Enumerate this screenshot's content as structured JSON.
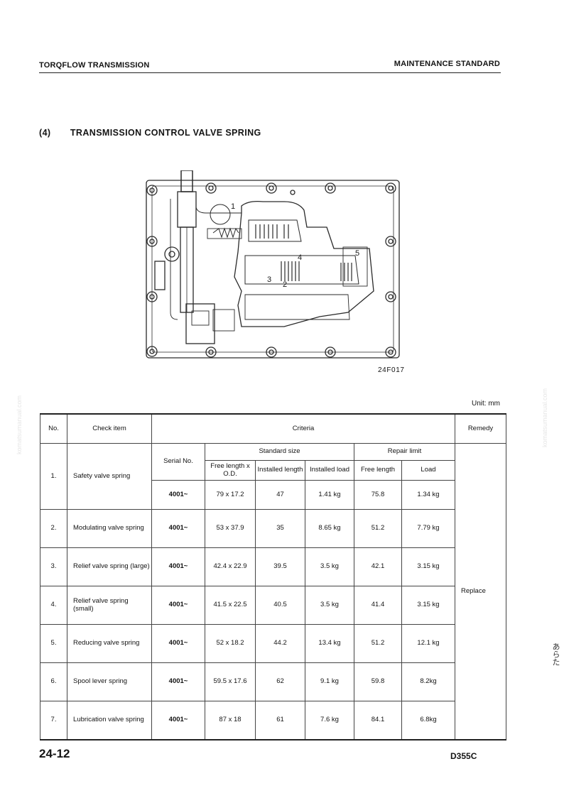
{
  "header": {
    "left": "TORQFLOW TRANSMISSION",
    "right": "MAINTENANCE STANDARD"
  },
  "section": {
    "number": "(4)",
    "title": "TRANSMISSION CONTROL VALVE SPRING"
  },
  "figure": {
    "code": "24F017",
    "callouts": [
      "1",
      "2",
      "3",
      "4",
      "5"
    ]
  },
  "unit": "Unit: mm",
  "table": {
    "headers": {
      "no": "No.",
      "check_item": "Check item",
      "criteria": "Criteria",
      "remedy": "Remedy",
      "serial_no": "Serial No.",
      "standard_size": "Standard size",
      "repair_limit": "Repair limit",
      "free_length_od": "Free length x O.D.",
      "installed_length": "Installed length",
      "installed_load": "Installed load",
      "free_length": "Free length",
      "load": "Load"
    },
    "rows": [
      {
        "no": "1.",
        "item": "Safety valve spring",
        "serial": "4001~",
        "free_od": "79 x 17.2",
        "inst_len": "47",
        "inst_load": "1.41 kg",
        "limit_len": "75.8",
        "limit_load": "1.34 kg"
      },
      {
        "no": "2.",
        "item": "Modulating valve spring",
        "serial": "4001~",
        "free_od": "53 x 37.9",
        "inst_len": "35",
        "inst_load": "8.65 kg",
        "limit_len": "51.2",
        "limit_load": "7.79 kg"
      },
      {
        "no": "3.",
        "item": "Relief valve spring (large)",
        "serial": "4001~",
        "free_od": "42.4 x 22.9",
        "inst_len": "39.5",
        "inst_load": "3.5 kg",
        "limit_len": "42.1",
        "limit_load": "3.15 kg"
      },
      {
        "no": "4.",
        "item": "Relief valve spring (small)",
        "serial": "4001~",
        "free_od": "41.5 x 22.5",
        "inst_len": "40.5",
        "inst_load": "3.5 kg",
        "limit_len": "41.4",
        "limit_load": "3.15 kg"
      },
      {
        "no": "5.",
        "item": "Reducing valve spring",
        "serial": "4001~",
        "free_od": "52 x 18.2",
        "inst_len": "44.2",
        "inst_load": "13.4 kg",
        "limit_len": "51.2",
        "limit_load": "12.1 kg"
      },
      {
        "no": "6.",
        "item": "Spool lever spring",
        "serial": "4001~",
        "free_od": "59.5 x 17.6",
        "inst_len": "62",
        "inst_load": "9.1 kg",
        "limit_len": "59.8",
        "limit_load": "8.2kg"
      },
      {
        "no": "7.",
        "item": "Lubrication valve spring",
        "serial": "4001~",
        "free_od": "87 x 18",
        "inst_len": "61",
        "inst_load": "7.6 kg",
        "limit_len": "84.1",
        "limit_load": "6.8kg"
      }
    ],
    "remedy": "Replace"
  },
  "footer": {
    "page": "24-12",
    "model": "D355C"
  },
  "watermark": "komatsumanual.com",
  "side_mark": "あらた"
}
